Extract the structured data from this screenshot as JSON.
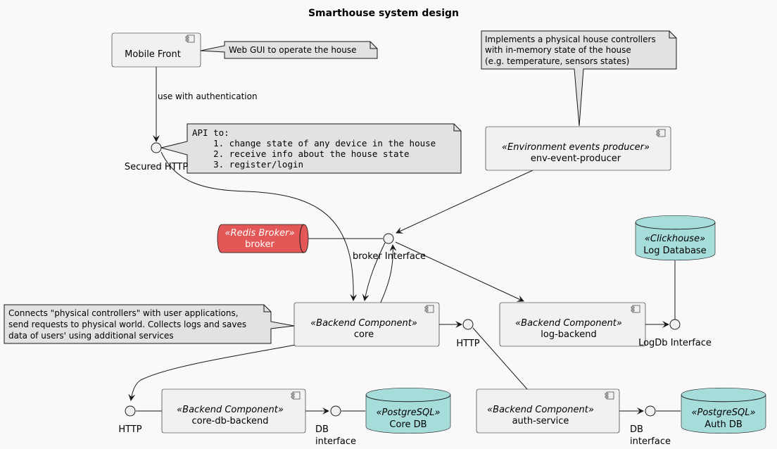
{
  "title": "Smarthouse system design",
  "components": {
    "mobile_front": {
      "name": "Mobile Front"
    },
    "env_producer": {
      "stereotype": "«Environment events producer»",
      "name": "env-event-producer"
    },
    "core": {
      "stereotype": "«Backend Component»",
      "name": "core"
    },
    "log_backend": {
      "stereotype": "«Backend Component»",
      "name": "log-backend"
    },
    "core_db_backend": {
      "stereotype": "«Backend Component»",
      "name": "core-db-backend"
    },
    "auth_service": {
      "stereotype": "«Backend Component»",
      "name": "auth-service"
    }
  },
  "queues": {
    "broker": {
      "stereotype": "«Redis Broker»",
      "name": "broker"
    }
  },
  "databases": {
    "log_db": {
      "stereotype": "«Clickhouse»",
      "name": "Log Database"
    },
    "core_db": {
      "stereotype": "«PostgreSQL»",
      "name": "Core DB"
    },
    "auth_db": {
      "stereotype": "«PostgreSQL»",
      "name": "Auth DB"
    }
  },
  "interfaces": {
    "secured_http": "Secured HTTP",
    "broker_interface": "broker Interface",
    "http_core": "HTTP",
    "logdb_interface": "LogDb Interface",
    "http_coredb": "HTTP",
    "db_interface_core": [
      "DB",
      "interface"
    ],
    "db_interface_auth": [
      "DB",
      "interface"
    ]
  },
  "edge_labels": {
    "use_with_auth": "use with authentication"
  },
  "notes": {
    "mobile_front": [
      "Web GUI to operate the house"
    ],
    "env_producer": [
      "Implements a physical house controllers",
      "with in-memory state of the house",
      "(e.g. temperature, sensors states)"
    ],
    "secured_http": [
      "API to:",
      "    1. change state of any device in the house",
      "    2. receive info about the house state",
      "    3. register/login"
    ],
    "core": [
      "Connects \"physical controllers\" with user applications,",
      "send requests to physical world. Collects logs and saves",
      "data of users' using additional services"
    ]
  }
}
